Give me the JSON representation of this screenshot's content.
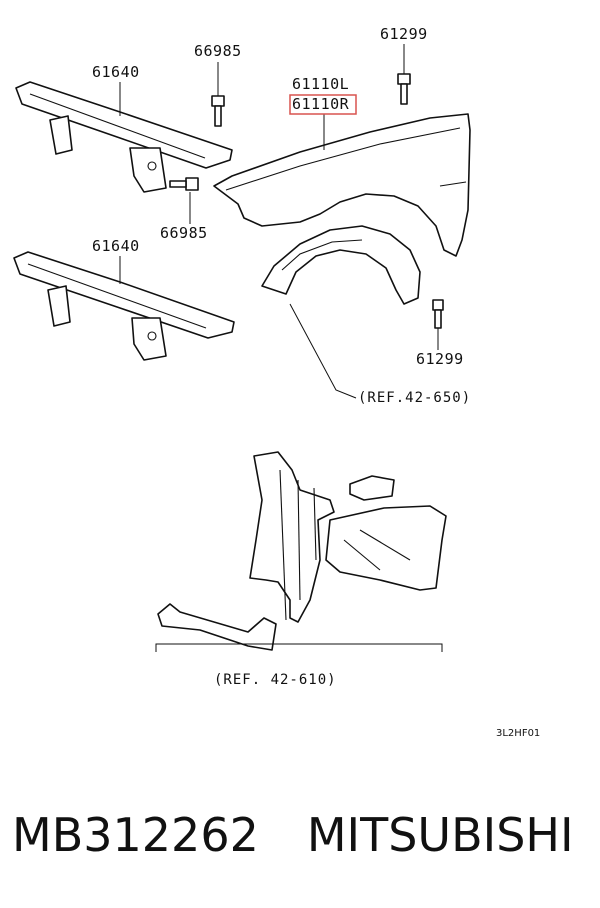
{
  "labels": {
    "fender_bracket_upper": "61640",
    "fender_bracket_lower": "61640",
    "bolt_top_left": "66985",
    "bolt_mid_left": "66985",
    "bolt_top_right": "61299",
    "bolt_right": "61299",
    "fender_left": "61110L",
    "fender_right": "61110R",
    "ref_liner": "(REF.42-650)",
    "ref_apron": "(REF. 42-610)",
    "diagram_code": "3L2HF01"
  },
  "highlight_color": "#d9534f",
  "footer": {
    "part_number": "MB312262",
    "brand": "MITSUBISHI"
  }
}
